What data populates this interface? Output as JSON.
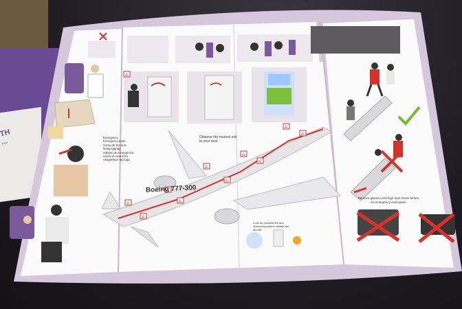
{
  "card": {
    "aircraft_model": "Boeing 777-300",
    "observe_note": "Observe the nearest exit to your seat",
    "exit_labels": [
      "Emergency",
      "Emergency Exits",
      "Sortie de Secours",
      "Notausgänge",
      "Salidas de Emergencia",
      "Uscite di sicurezza",
      "Аварийные выходы"
    ],
    "obstacle_note": "Look for possible fire and obstructing debris outside the aircraft",
    "glasses_note": "Remove glasses and high heel shoes before an emergency evacuation",
    "exit_marker": "A",
    "airline_brand": "TH",
    "brand_sub": "THAI"
  },
  "colors": {
    "card_border": "#d6c8dc",
    "panel": "#fbfbfb",
    "accent_red": "#d8302a",
    "airline_purple": "#6a4a93"
  }
}
